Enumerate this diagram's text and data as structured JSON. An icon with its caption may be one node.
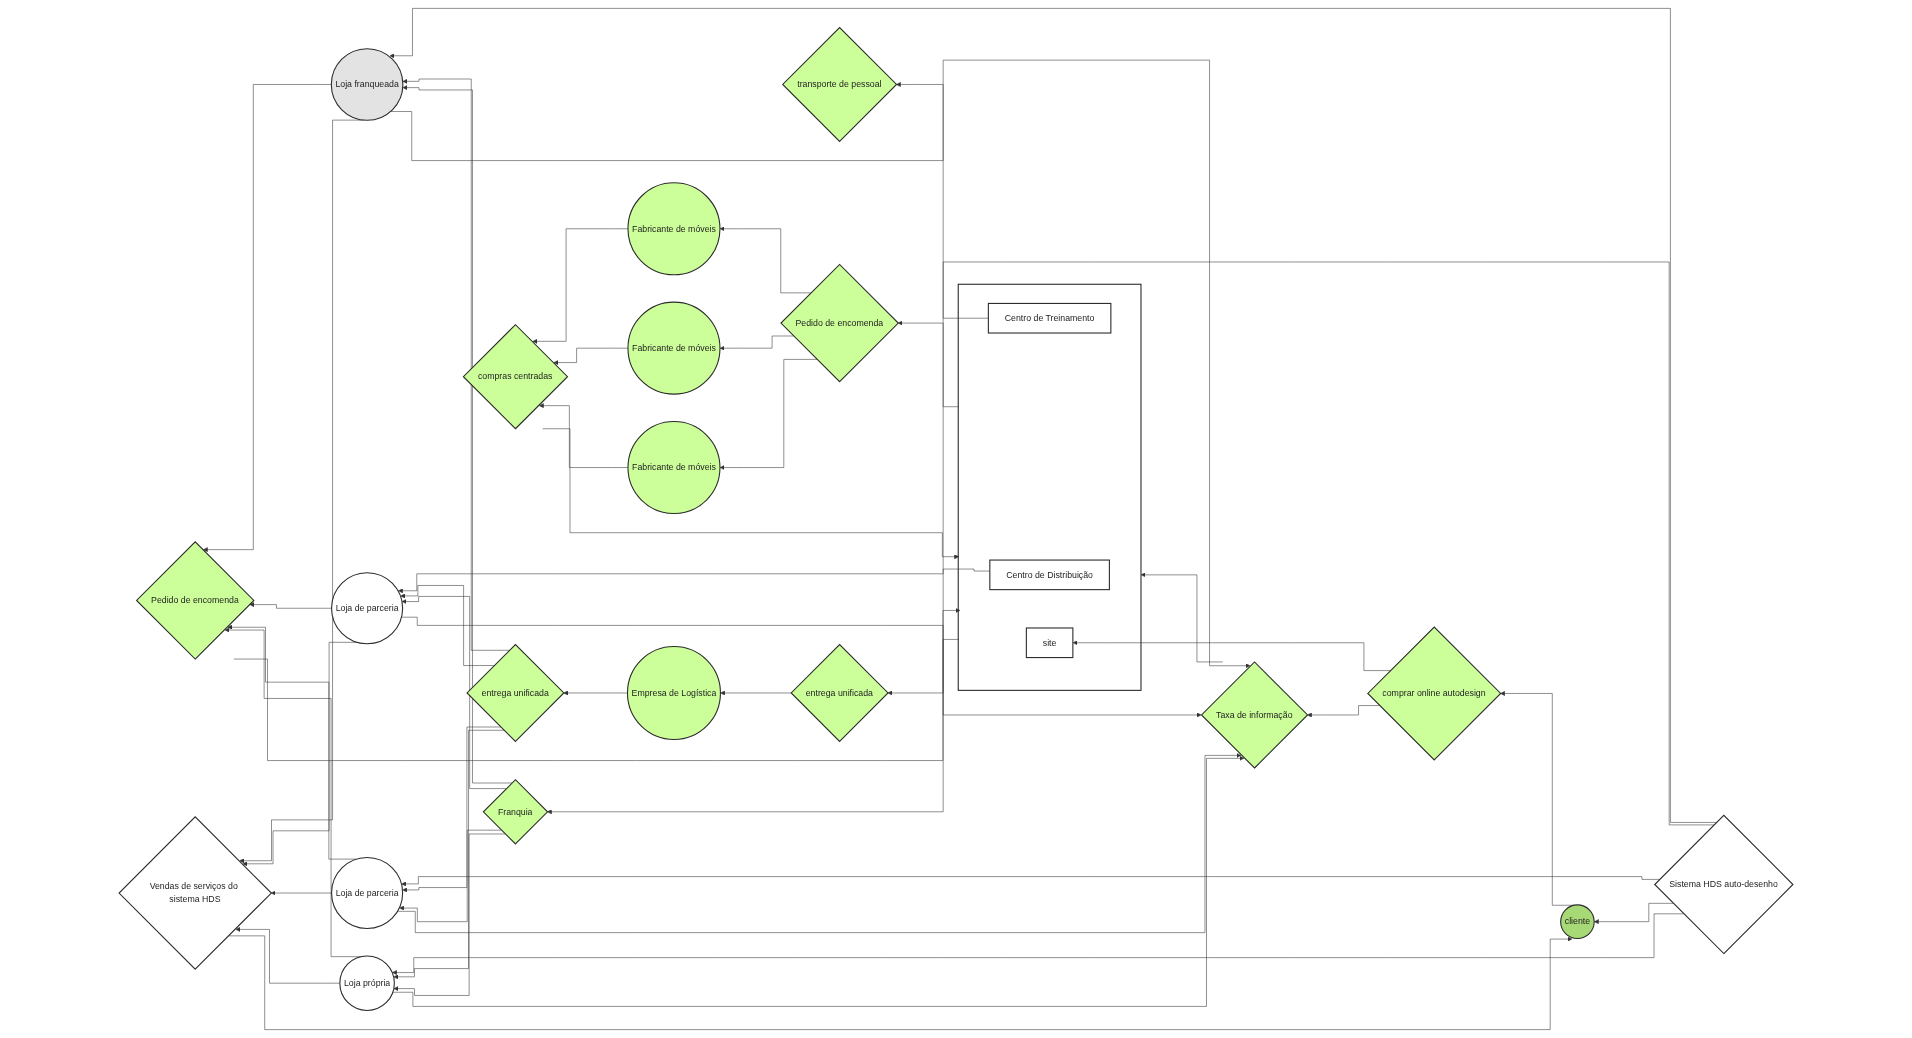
{
  "diagram": {
    "nodes": [
      {
        "text": [
          "cliente"
        ]
      },
      {
        "text": [
          "Vendas de serviços do sistema HDS"
        ]
      },
      {
        "text": [
          "Sistema HDS auto-desenho"
        ]
      },
      {
        "text": [
          "Loja franqueada"
        ]
      },
      {
        "text": [
          "Loja de parceria"
        ]
      },
      {
        "text": [
          "Loja de parceria"
        ]
      },
      {
        "text": [
          "Loja própria"
        ]
      },
      {
        "text": [
          "entrega unificada"
        ]
      },
      {
        "text": [
          "Empresa de Logística"
        ]
      },
      {
        "text": [
          "entrega unificada"
        ]
      },
      {
        "text": [],
        "shape": "box"
      },
      {
        "text": [
          "Centro de Distribuição"
        ],
        "in": 10
      },
      {
        "text": [
          "Centro de Treinamento"
        ],
        "in": 10
      },
      {
        "text": [
          "site"
        ],
        "in": 10
      },
      {
        "text": [
          "Franquia"
        ]
      },
      {
        "text": [
          "Pedido de encomenda"
        ]
      },
      {
        "text": [
          "transporte de pessoal"
        ]
      },
      {
        "text": [
          "Taxa de informação"
        ]
      },
      {
        "text": [
          "comprar online autodesign"
        ]
      },
      {
        "text": [
          "compras centradas"
        ]
      },
      {
        "text": [
          "Pedido de encomenda"
        ]
      },
      {
        "text": [
          "Fabricante de móveis"
        ]
      },
      {
        "text": [
          "Fabricante de móveis"
        ]
      },
      {
        "text": [
          "Fabricante de móveis"
        ]
      }
    ],
    "edges": [
      {
        "from": 1,
        "to": 0,
        "arrow": "to"
      },
      {
        "from": 2,
        "to": 0,
        "arrow": "to"
      },
      {
        "from": 3,
        "to": 1,
        "arrow": "to"
      },
      {
        "from": 4,
        "to": 1,
        "arrow": "to"
      },
      {
        "from": 5,
        "to": 1,
        "arrow": "to"
      },
      {
        "from": 6,
        "to": 1,
        "arrow": "to"
      },
      {
        "from": 2,
        "to": 3,
        "arrow": "to"
      },
      {
        "from": 2,
        "to": 4,
        "arrow": "to"
      },
      {
        "from": 2,
        "to": 5,
        "arrow": "to"
      },
      {
        "from": 2,
        "to": 6,
        "arrow": "to"
      },
      {
        "from": 8,
        "to": 7,
        "arrow": "to"
      },
      {
        "from": 7,
        "to": 3,
        "arrow": "to"
      },
      {
        "from": 7,
        "to": 4,
        "arrow": "to"
      },
      {
        "from": 7,
        "to": 5,
        "arrow": "to"
      },
      {
        "from": 7,
        "to": 6,
        "arrow": "to"
      },
      {
        "from": 11,
        "to": 9,
        "arrow": "to"
      },
      {
        "from": 9,
        "to": 8,
        "arrow": "to"
      },
      {
        "from": 10,
        "to": 14,
        "arrow": "to"
      },
      {
        "from": 14,
        "to": 3,
        "arrow": "to"
      },
      {
        "from": 14,
        "to": 4,
        "arrow": "to"
      },
      {
        "from": 14,
        "to": 5,
        "arrow": "to"
      },
      {
        "from": 14,
        "to": 6,
        "arrow": "to"
      },
      {
        "from": 3,
        "to": 15,
        "arrow": "to"
      },
      {
        "from": 4,
        "to": 15,
        "arrow": "to"
      },
      {
        "from": 5,
        "to": 15,
        "arrow": "to"
      },
      {
        "from": 6,
        "to": 15,
        "arrow": "to"
      },
      {
        "from": 15,
        "to": 10,
        "arrow": "to"
      },
      {
        "from": 12,
        "to": 16,
        "arrow": "to"
      },
      {
        "from": 3,
        "to": 17,
        "arrow": "to"
      },
      {
        "from": 4,
        "to": 17,
        "arrow": "to"
      },
      {
        "from": 5,
        "to": 17,
        "arrow": "to"
      },
      {
        "from": 6,
        "to": 17,
        "arrow": "to"
      },
      {
        "from": 17,
        "to": 10,
        "arrow": "to"
      },
      {
        "from": 0,
        "to": 18,
        "arrow": "to"
      },
      {
        "from": 18,
        "to": 17,
        "arrow": "to"
      },
      {
        "from": 18,
        "to": 13,
        "arrow": "to"
      },
      {
        "from": 19,
        "to": 10,
        "arrow": "to"
      },
      {
        "from": 10,
        "to": 20,
        "arrow": "to"
      },
      {
        "from": 20,
        "to": 21,
        "arrow": "to"
      },
      {
        "from": 20,
        "to": 22,
        "arrow": "to"
      },
      {
        "from": 20,
        "to": 23,
        "arrow": "to"
      },
      {
        "from": 21,
        "to": 19,
        "arrow": "to"
      },
      {
        "from": 22,
        "to": 19,
        "arrow": "to"
      },
      {
        "from": 23,
        "to": 19,
        "arrow": "to"
      }
    ]
  }
}
